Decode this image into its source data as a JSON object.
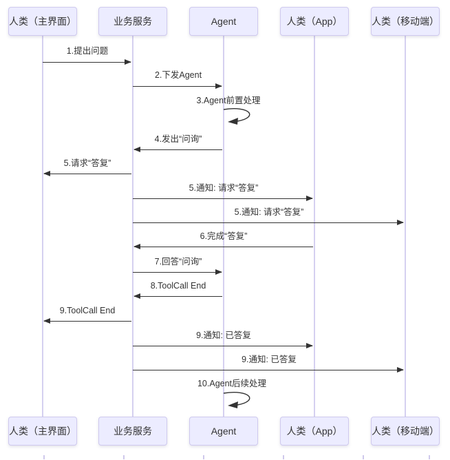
{
  "diagram_type": "sequence-diagram",
  "actors": [
    {
      "id": "human-main",
      "label": "人类（主界面）"
    },
    {
      "id": "business-service",
      "label": "业务服务"
    },
    {
      "id": "agent",
      "label": "Agent"
    },
    {
      "id": "human-app",
      "label": "人类（App）"
    },
    {
      "id": "human-mobile",
      "label": "人类（移动端）"
    }
  ],
  "messages": [
    {
      "seq": "1",
      "label": "1.提出问题",
      "from": "人类（主界面）",
      "to": "业务服务",
      "type": "solid-arrow"
    },
    {
      "seq": "2",
      "label": "2.下发Agent",
      "from": "业务服务",
      "to": "Agent",
      "type": "solid-arrow"
    },
    {
      "seq": "3",
      "label": "3.Agent前置处理",
      "from": "Agent",
      "to": "Agent",
      "type": "self-loop"
    },
    {
      "seq": "4",
      "label": "4.发出“问询”",
      "from": "Agent",
      "to": "业务服务",
      "type": "solid-arrow"
    },
    {
      "seq": "5",
      "label": "5.请求“答复”",
      "from": "业务服务",
      "to": "人类（主界面）",
      "type": "solid-arrow"
    },
    {
      "seq": "5",
      "label": "5.通知: 请求“答复”",
      "from": "业务服务",
      "to": "人类（App）",
      "type": "solid-arrow"
    },
    {
      "seq": "5",
      "label": "5.通知: 请求“答复”",
      "from": "业务服务",
      "to": "人类（移动端）",
      "type": "solid-arrow"
    },
    {
      "seq": "6",
      "label": "6.完成“答复”",
      "from": "人类（App）",
      "to": "业务服务",
      "type": "solid-arrow"
    },
    {
      "seq": "7",
      "label": "7.回答“问询”",
      "from": "业务服务",
      "to": "Agent",
      "type": "solid-arrow"
    },
    {
      "seq": "8",
      "label": "8.ToolCall End",
      "from": "Agent",
      "to": "业务服务",
      "type": "solid-arrow"
    },
    {
      "seq": "9",
      "label": "9.ToolCall End",
      "from": "业务服务",
      "to": "人类（主界面）",
      "type": "solid-arrow"
    },
    {
      "seq": "9",
      "label": "9.通知: 已答复",
      "from": "业务服务",
      "to": "人类（App）",
      "type": "solid-arrow"
    },
    {
      "seq": "9",
      "label": "9.通知: 已答复",
      "from": "业务服务",
      "to": "人类（移动端）",
      "type": "solid-arrow"
    },
    {
      "seq": "10",
      "label": "10.Agent后续处理",
      "from": "Agent",
      "to": "Agent",
      "type": "self-loop"
    }
  ],
  "colors": {
    "actor_fill": "#ECECFF",
    "actor_border": "#CFC9EE",
    "lifeline": "#D5D0F0",
    "arrow": "#333333",
    "text": "#333333",
    "background": "#FFFFFF"
  }
}
